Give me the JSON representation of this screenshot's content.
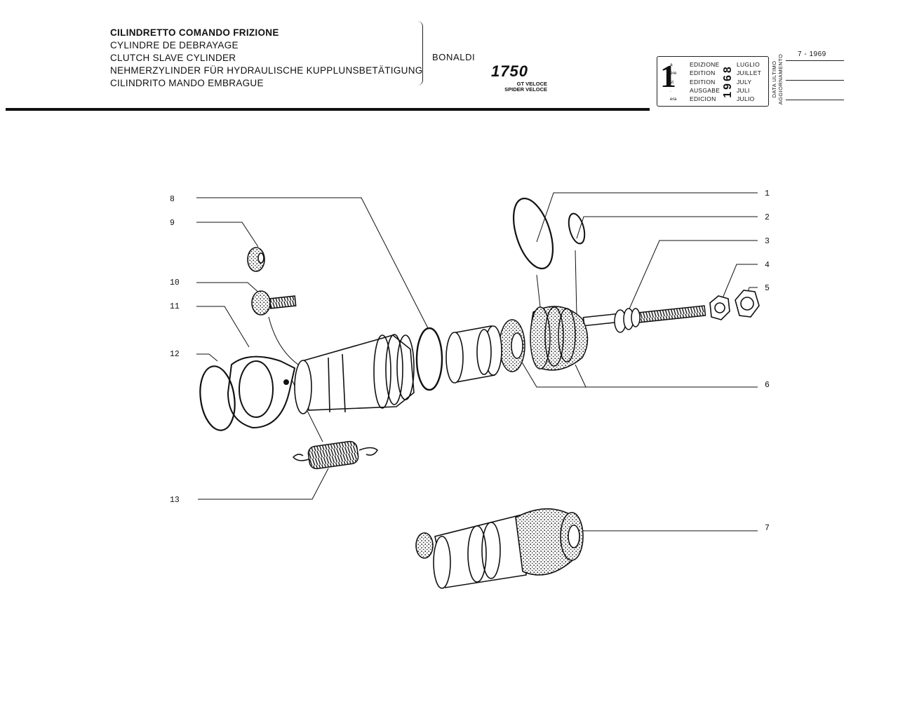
{
  "header": {
    "titles": [
      "CILINDRETTO COMANDO FRIZIONE",
      "CYLINDRE DE DEBRAYAGE",
      "CLUTCH SLAVE CYLINDER",
      "NEHMERZYLINDER FÜR HYDRAULISCHE KUPPLUNSBETÄTIGUNG",
      "CILINDRITO MANDO EMBRAGUE"
    ],
    "maker": "BONALDI",
    "model": "1750",
    "model_variants": [
      "GT VELOCE",
      "SPIDER VELOCE"
    ]
  },
  "edition": {
    "number": "1",
    "superscripts": [
      "a",
      "ère",
      "st",
      ".",
      "era"
    ],
    "words": [
      "EDIZIONE",
      "EDITION",
      "EDITION",
      "AUSGABE",
      "EDICION"
    ],
    "year": "1968",
    "months": [
      "LUGLIO",
      "JUILLET",
      "JULY",
      "JULI",
      "JULIO"
    ],
    "update_label_lines": [
      "DATA ULTIMO",
      "AGGIORNAMENTO"
    ],
    "update_date": "7 - 1969"
  },
  "callouts": [
    "1",
    "2",
    "3",
    "4",
    "5",
    "6",
    "7",
    "8",
    "9",
    "10",
    "11",
    "12",
    "13"
  ]
}
